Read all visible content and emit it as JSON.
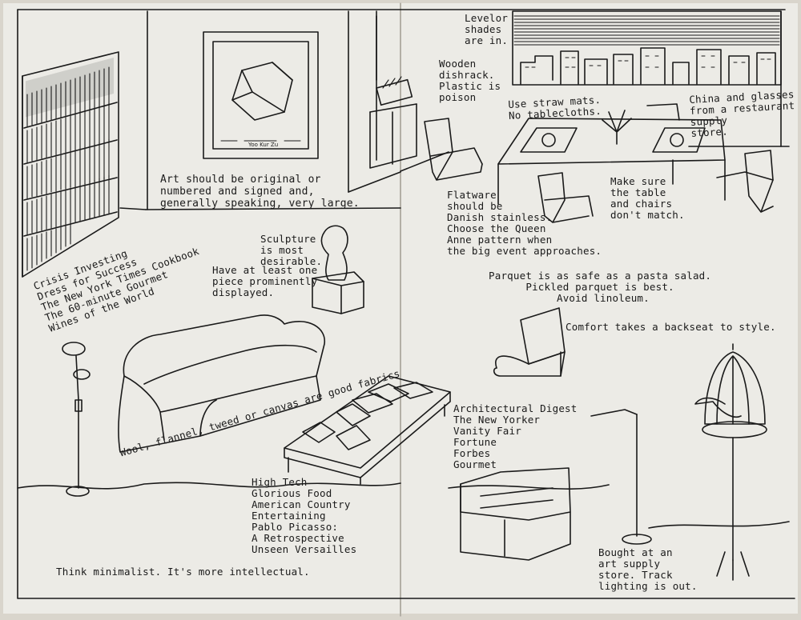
{
  "notes": {
    "levelor": "Levelor\nshades\nare in.",
    "dishrack": "Wooden\ndishrack.\nPlastic is\npoison",
    "straw": "Use straw mats.\nNo tablecloths.",
    "china": "China and glasses\nfrom a restaurant\nsupply\nstore.",
    "art": "Art should be original or\nnumbered and signed and,\ngenerally speaking, very large.",
    "flatware": "Flatware\nshould be\nDanish stainless.\nChoose the Queen\nAnne pattern when\nthe big event approaches.",
    "table": "Make sure\nthe table\nand chairs\ndon't match.",
    "sculpture": "Sculpture\nis most\ndesirable.",
    "piece": "Have at least one\npiece prominently\ndisplayed.",
    "books": "Crisis Investing\nDress for Success\nThe New York Times Cookbook\nThe 60-minute Gourmet\nWines of the World",
    "parquet": "Parquet is as safe as a pasta salad.\n      Pickled parquet is best.\n           Avoid linoleum.",
    "comfort": "Comfort takes a backseat to style.",
    "fabrics": "Wool, flannel, tweed or canvas are good fabrics",
    "magazines": "Architectural Digest\nThe New Yorker\nVanity Fair\nFortune\nForbes\nGourmet",
    "coffee_books": "High Tech\nGlorious Food\nAmerican Country\nEntertaining\nPablo Picasso:\nA Retrospective\nUnseen Versailles",
    "lamp": "Bought at an\nart supply\nstore. Track\nlighting is out.",
    "minimalist": "Think minimalist. It's more intellectual."
  },
  "print_signature": "Yoo Kur Zu"
}
